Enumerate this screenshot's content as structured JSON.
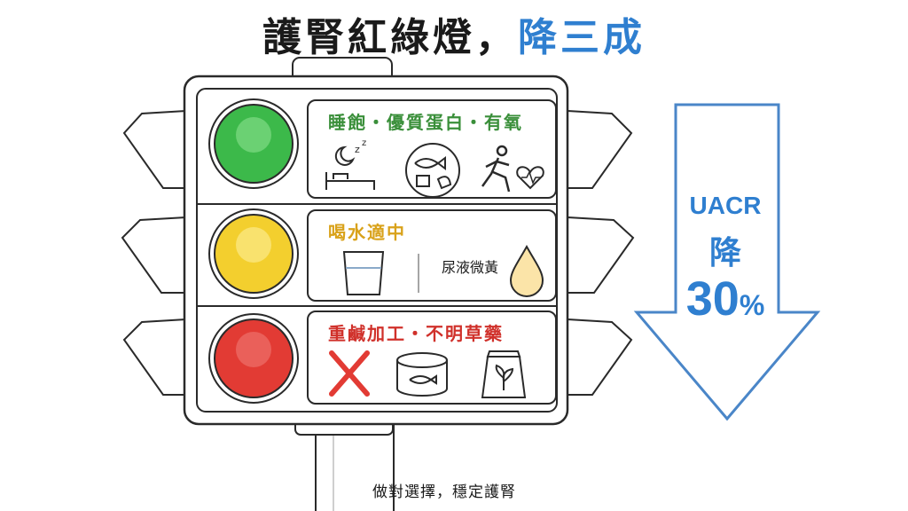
{
  "title": {
    "main": "護腎紅綠燈，",
    "accent": "降三成"
  },
  "lights": [
    {
      "color": "green",
      "hex": "#3cb94a",
      "label": "睡飽・優質蛋白・有氧",
      "label_color": "#3a8f3a",
      "icons": [
        "sleep-bed-icon",
        "fish-chicken-plate-icon",
        "running-heart-icon"
      ]
    },
    {
      "color": "yellow",
      "hex": "#f3cf2e",
      "label": "喝水適中",
      "label_color": "#d9a21a",
      "icons": [
        "water-glass-icon",
        "urine-drop-icon"
      ],
      "note": "尿液微黃"
    },
    {
      "color": "red",
      "hex": "#e23b34",
      "label": "重鹹加工・不明草藥",
      "label_color": "#d0302a",
      "icons": [
        "cross-icon",
        "canned-fish-icon",
        "herbal-bag-icon"
      ]
    }
  ],
  "arrow": {
    "line1": "UACR",
    "line2": "降",
    "value": "30",
    "unit": "%",
    "color": "#4a86c8"
  },
  "caption": "做對選擇，穩定護腎"
}
